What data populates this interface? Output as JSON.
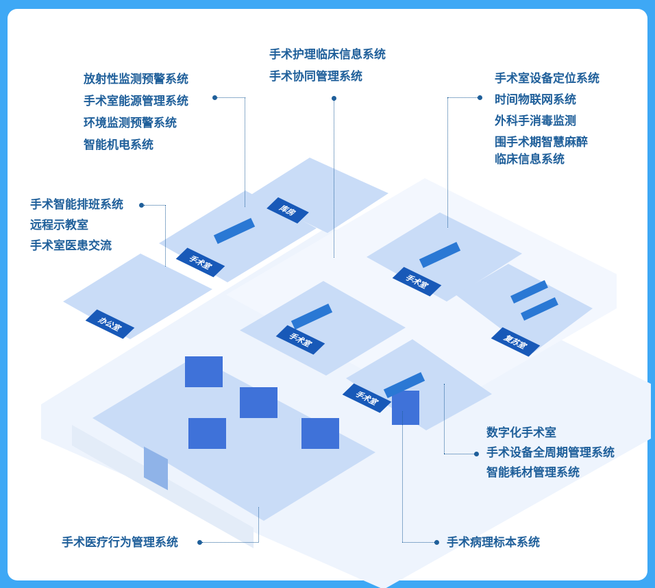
{
  "labels": {
    "top_left": [
      "放射性监测预警系统",
      "手术室能源管理系统",
      "环境监测预警系统",
      "智能机电系统"
    ],
    "top_center": [
      "手术护理临床信息系统",
      "手术协同管理系统"
    ],
    "top_right": [
      "手术室设备定位系统",
      "时间物联网系统",
      "外科手消毒监测",
      "围手术期智慧麻醉",
      "临床信息系统"
    ],
    "left": [
      "手术智能排班系统",
      "远程示教室",
      "手术室医患交流"
    ],
    "bottom_right": [
      "数字化手术室",
      "手术设备全周期管理系统",
      "智能耗材管理系统"
    ],
    "bottom_left": [
      "手术医疗行为管理系统"
    ],
    "bottom_center": [
      "手术病理标本系统"
    ]
  },
  "rooms": {
    "office": "办公室",
    "or1": "手术室",
    "storage": "库房",
    "or2": "手术室",
    "or3": "手术室",
    "recovery": "复苏室",
    "or4": "手术室"
  },
  "colors": {
    "frame": "#3ea8f5",
    "text": "#1f5f9a",
    "floor": "#c9dcf7",
    "room_tag": "#1859b8"
  }
}
